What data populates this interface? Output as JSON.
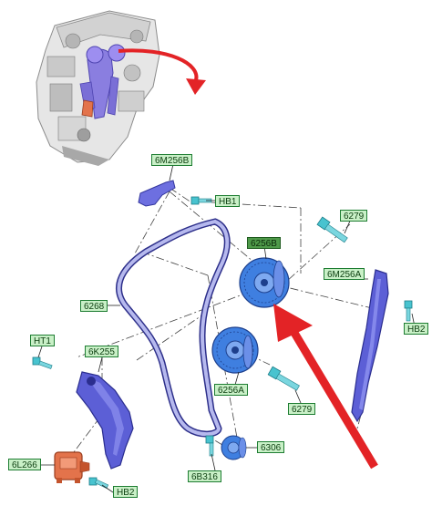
{
  "diagram": {
    "callouts": {
      "tensioner_arm_upper": "6M256B",
      "bolt_hb1": "HB1",
      "bolt_6279_top": "6279",
      "camshaft_sprocket": "6256B",
      "chain_guide_right": "6M256A",
      "bolt_hb2_right": "HB2",
      "timing_chain": "6268",
      "bolt_ht1": "HT1",
      "tensioner_arm_left": "6K255",
      "camshaft_sprocket_lower": "6256A",
      "bolt_6279_lower": "6279",
      "crank_sprocket": "6306",
      "tensioner": "6L266",
      "bolt_6b316": "6B316",
      "bolt_hb2_bottom": "HB2"
    },
    "colors": {
      "part_fill": "#7d86e6",
      "part_dark": "#4b54c2",
      "bolt_fill": "#48c3cf",
      "tensioner_fill": "#e3734b",
      "arrow_red": "#e32326",
      "callout_bg": "#c9f0c7",
      "callout_border": "#1e7d32"
    }
  }
}
